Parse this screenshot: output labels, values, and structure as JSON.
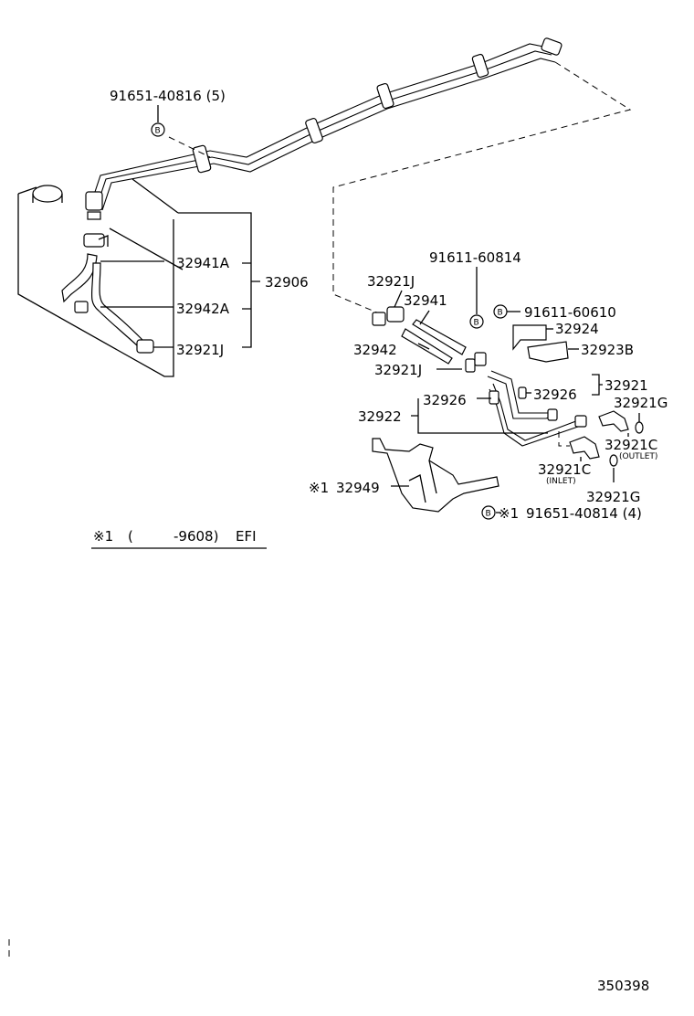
{
  "diagram_id": "350398",
  "footnote": {
    "mark": "※1",
    "open": "(",
    "range": "-9608)",
    "engine": "EFI"
  },
  "labels": {
    "bolt_top": "91651-40816 (5)",
    "p32941A": "32941A",
    "p32942A": "32942A",
    "p32921J_left": "32921J",
    "p32906": "32906",
    "bolt_mid": "91611-60814",
    "p32921J_top": "32921J",
    "p32941": "32941",
    "bolt_b2": "91611-60610",
    "p32924": "32924",
    "p32942": "32942",
    "p32923B": "32923B",
    "p32921J_mid": "32921J",
    "p32921": "32921",
    "p32926_right": "32926",
    "p32926_left": "32926",
    "p32922": "32922",
    "p32921G_top": "32921G",
    "p32921C_outlet": "32921C",
    "outlet_note": "(OUTLET)",
    "p32921C_inlet": "32921C",
    "inlet_note": "(INLET)",
    "p32921G_bottom": "32921G",
    "mark_32949": "※1",
    "p32949": "32949",
    "bolt_bottom_mark": "※1",
    "bolt_bottom": "91651-40814 (4)",
    "bolt_symbol": "B"
  }
}
